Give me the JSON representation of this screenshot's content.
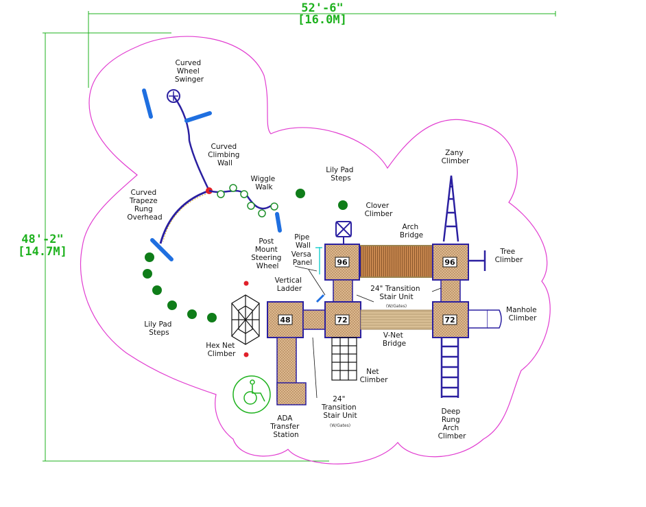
{
  "dimensions": {
    "width_ft": "52'-6\"",
    "width_m": "[16.0M]",
    "height_ft": "48'-2\"",
    "height_m": "[14.7M]"
  },
  "decks": [
    "96",
    "96",
    "48",
    "72",
    "72"
  ],
  "labels": {
    "curved_wheel_swinger": [
      "Curved",
      "Wheel",
      "Swinger"
    ],
    "curved_climbing_wall": [
      "Curved",
      "Climbing",
      "Wall"
    ],
    "wiggle_walk": [
      "Wiggle",
      "Walk"
    ],
    "lily_pad_steps_top": [
      "Lily Pad",
      "Steps"
    ],
    "clover_climber": [
      "Clover",
      "Climber"
    ],
    "zany_climber": [
      "Zany",
      "Climber"
    ],
    "curved_trapeze": [
      "Curved",
      "Trapeze",
      "Rung",
      "Overhead"
    ],
    "pipe_wall": [
      "Pipe",
      "Wall"
    ],
    "versa_panel": [
      "Versa",
      "Panel"
    ],
    "post_mount": [
      "Post",
      "Mount",
      "Steering",
      "Wheel"
    ],
    "arch_bridge": [
      "Arch",
      "Bridge"
    ],
    "tree_climber": [
      "Tree",
      "Climber"
    ],
    "vertical_ladder": [
      "Vertical",
      "Ladder"
    ],
    "transition_top": [
      "24\" Transition",
      "Stair Unit"
    ],
    "wgates_top": "(W/Gates)",
    "manhole_climber": [
      "Manhole",
      "Climber"
    ],
    "lily_pad_steps_left": [
      "Lily Pad",
      "Steps"
    ],
    "hex_net_climber": [
      "Hex Net",
      "Climber"
    ],
    "v_net_bridge": [
      "V-Net",
      "Bridge"
    ],
    "net_climber": [
      "Net",
      "Climber"
    ],
    "transition_bottom": [
      "24\"",
      "Transition",
      "Stair Unit"
    ],
    "wgates_bottom": "(W/Gates)",
    "ada_transfer": [
      "ADA",
      "Transfer",
      "Station"
    ],
    "deep_rung": [
      "Deep",
      "Rung",
      "Arch",
      "Climber"
    ]
  },
  "colors": {
    "dimension_line": "#1db11d",
    "boundary": "#e13bd0",
    "frame": "#2a1fa0",
    "deck_fill": "#d9b48a",
    "lily_pad": "#0f7d19"
  }
}
